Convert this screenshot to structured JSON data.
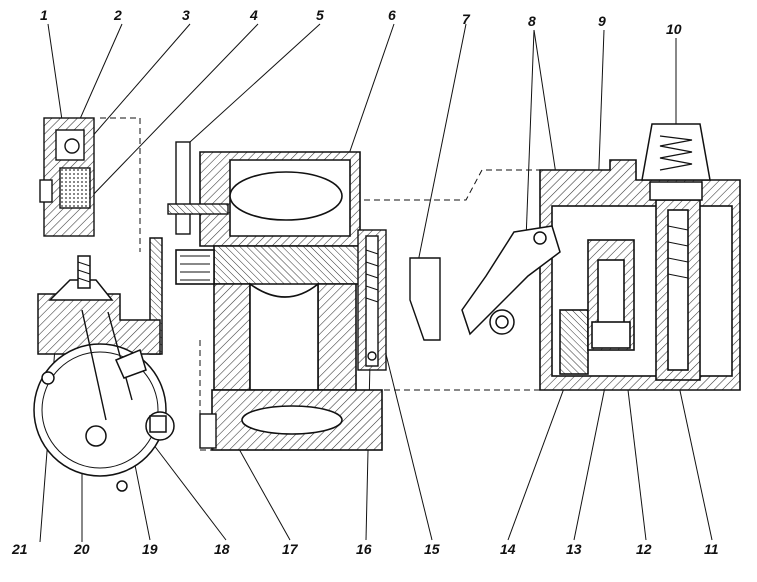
{
  "labels": {
    "top": [
      "1",
      "2",
      "3",
      "4",
      "5",
      "6",
      "7",
      "8",
      "9",
      "10"
    ],
    "bottom": [
      "21",
      "20",
      "19",
      "18",
      "17",
      "16",
      "15",
      "14",
      "13",
      "12",
      "11"
    ]
  },
  "colors": {
    "ink": "#111111",
    "paper": "#ffffff",
    "hatch": "#333333"
  }
}
